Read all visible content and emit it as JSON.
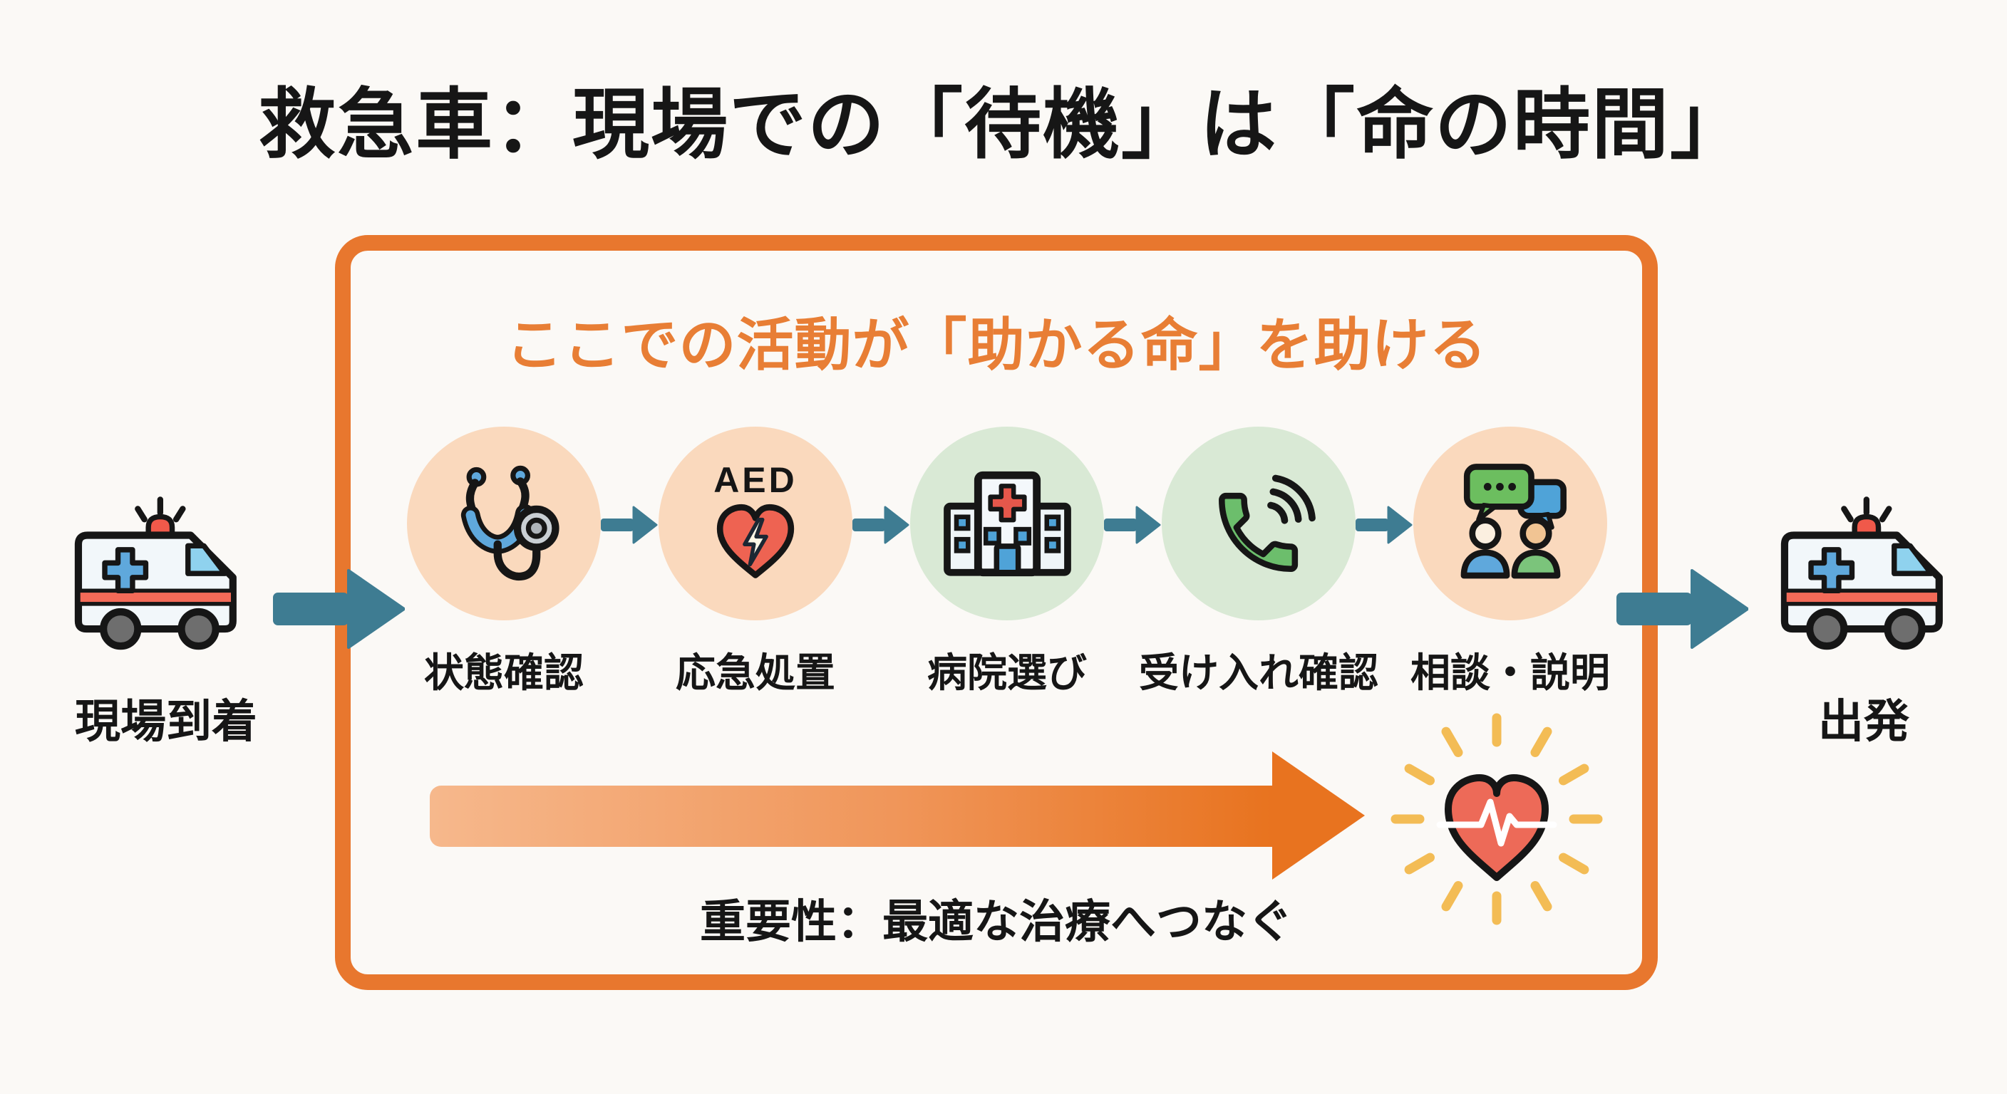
{
  "title": "救急車：現場での「待機」は「命の時間」",
  "box": {
    "heading": "ここでの活動が「助かる命」を助ける",
    "importance": "重要性：最適な治療へつなぐ"
  },
  "arrival": {
    "label": "現場到着",
    "icon": "ambulance-icon"
  },
  "departure": {
    "label": "出発",
    "icon": "ambulance-icon"
  },
  "steps": [
    {
      "label": "状態確認",
      "icon": "stethoscope-icon",
      "circle": "peach"
    },
    {
      "label": "応急処置",
      "icon": "aed-heart-icon",
      "circle": "peach",
      "badge": "AED"
    },
    {
      "label": "病院選び",
      "icon": "hospital-icon",
      "circle": "green"
    },
    {
      "label": "受け入れ確認",
      "icon": "phone-call-icon",
      "circle": "green"
    },
    {
      "label": "相談・説明",
      "icon": "people-chat-icon",
      "circle": "peach"
    }
  ],
  "icons": {
    "flow": "arrow-right-icon",
    "goal": "heartbeat-heart-icon"
  },
  "colors": {
    "background": "#FBF9F6",
    "accent_orange": "#E8772E",
    "heading_orange": "#E87E35",
    "teal_arrow": "#3E7C92",
    "peach_circle": "#FAD9BD",
    "green_circle": "#D9E9D5",
    "arrow_gradient_start": "#F6B88C",
    "arrow_gradient_end": "#E8731F",
    "heart_red": "#ED6A58",
    "ray_yellow": "#F3BC55",
    "text_black": "#161616"
  }
}
